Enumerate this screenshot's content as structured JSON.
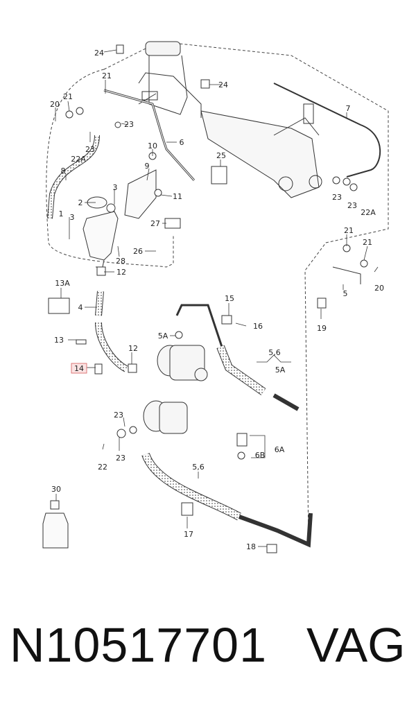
{
  "diagram": {
    "labels": [
      "24",
      "21",
      "24",
      "21",
      "20",
      "23",
      "7",
      "22A",
      "23",
      "6",
      "10",
      "25",
      "8",
      "9",
      "3",
      "11",
      "2",
      "23",
      "23",
      "22A",
      "1",
      "3",
      "27",
      "21",
      "26",
      "28",
      "12",
      "21",
      "20",
      "13A",
      "4",
      "5",
      "19",
      "15",
      "5A",
      "16",
      "13",
      "12",
      "5,6",
      "14",
      "5A",
      "23",
      "22",
      "23",
      "6A",
      "6B",
      "5,6",
      "30",
      "17",
      "18"
    ],
    "highlighted_label": "14"
  },
  "caption": {
    "part_number": "N10517701",
    "brand": "VAG"
  }
}
